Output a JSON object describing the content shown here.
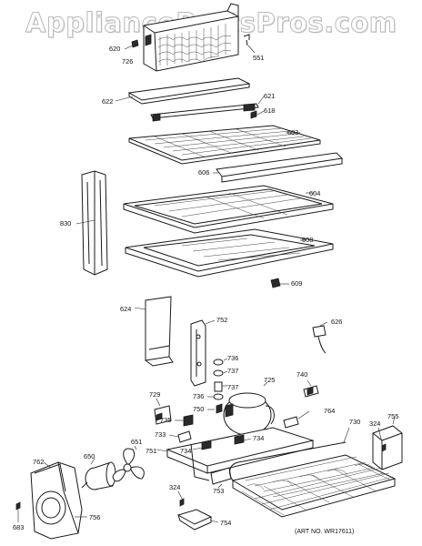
{
  "watermark": "AppliancePartsPros.com",
  "art_number": "(ART NO. WR17611)",
  "labels": [
    {
      "id": "l620",
      "text": "620"
    },
    {
      "id": "l726",
      "text": "726"
    },
    {
      "id": "l551",
      "text": "551"
    },
    {
      "id": "l622",
      "text": "622"
    },
    {
      "id": "l621",
      "text": "621"
    },
    {
      "id": "l618",
      "text": "618"
    },
    {
      "id": "l603",
      "text": "603"
    },
    {
      "id": "l606",
      "text": "606"
    },
    {
      "id": "l830",
      "text": "830"
    },
    {
      "id": "l604",
      "text": "604"
    },
    {
      "id": "l608",
      "text": "608"
    },
    {
      "id": "l609",
      "text": "609"
    },
    {
      "id": "l624",
      "text": "624"
    },
    {
      "id": "l752",
      "text": "752"
    },
    {
      "id": "l626",
      "text": "626"
    },
    {
      "id": "l736a",
      "text": "736"
    },
    {
      "id": "l737a",
      "text": "737"
    },
    {
      "id": "l725",
      "text": "725"
    },
    {
      "id": "l740",
      "text": "740"
    },
    {
      "id": "l729",
      "text": "729"
    },
    {
      "id": "l736b",
      "text": "736"
    },
    {
      "id": "l737b",
      "text": "737"
    },
    {
      "id": "l750",
      "text": "750"
    },
    {
      "id": "l764",
      "text": "764"
    },
    {
      "id": "l730",
      "text": "730"
    },
    {
      "id": "l755",
      "text": "755"
    },
    {
      "id": "l733",
      "text": "733"
    },
    {
      "id": "l735",
      "text": "735"
    },
    {
      "id": "l324a",
      "text": "324"
    },
    {
      "id": "l734a",
      "text": "734"
    },
    {
      "id": "l734b",
      "text": "734"
    },
    {
      "id": "l651",
      "text": "651"
    },
    {
      "id": "l751",
      "text": "751"
    },
    {
      "id": "l762",
      "text": "762"
    },
    {
      "id": "l650",
      "text": "650"
    },
    {
      "id": "l753",
      "text": "753"
    },
    {
      "id": "l324b",
      "text": "324"
    },
    {
      "id": "l756",
      "text": "756"
    },
    {
      "id": "l754",
      "text": "754"
    },
    {
      "id": "l683",
      "text": "683"
    }
  ]
}
